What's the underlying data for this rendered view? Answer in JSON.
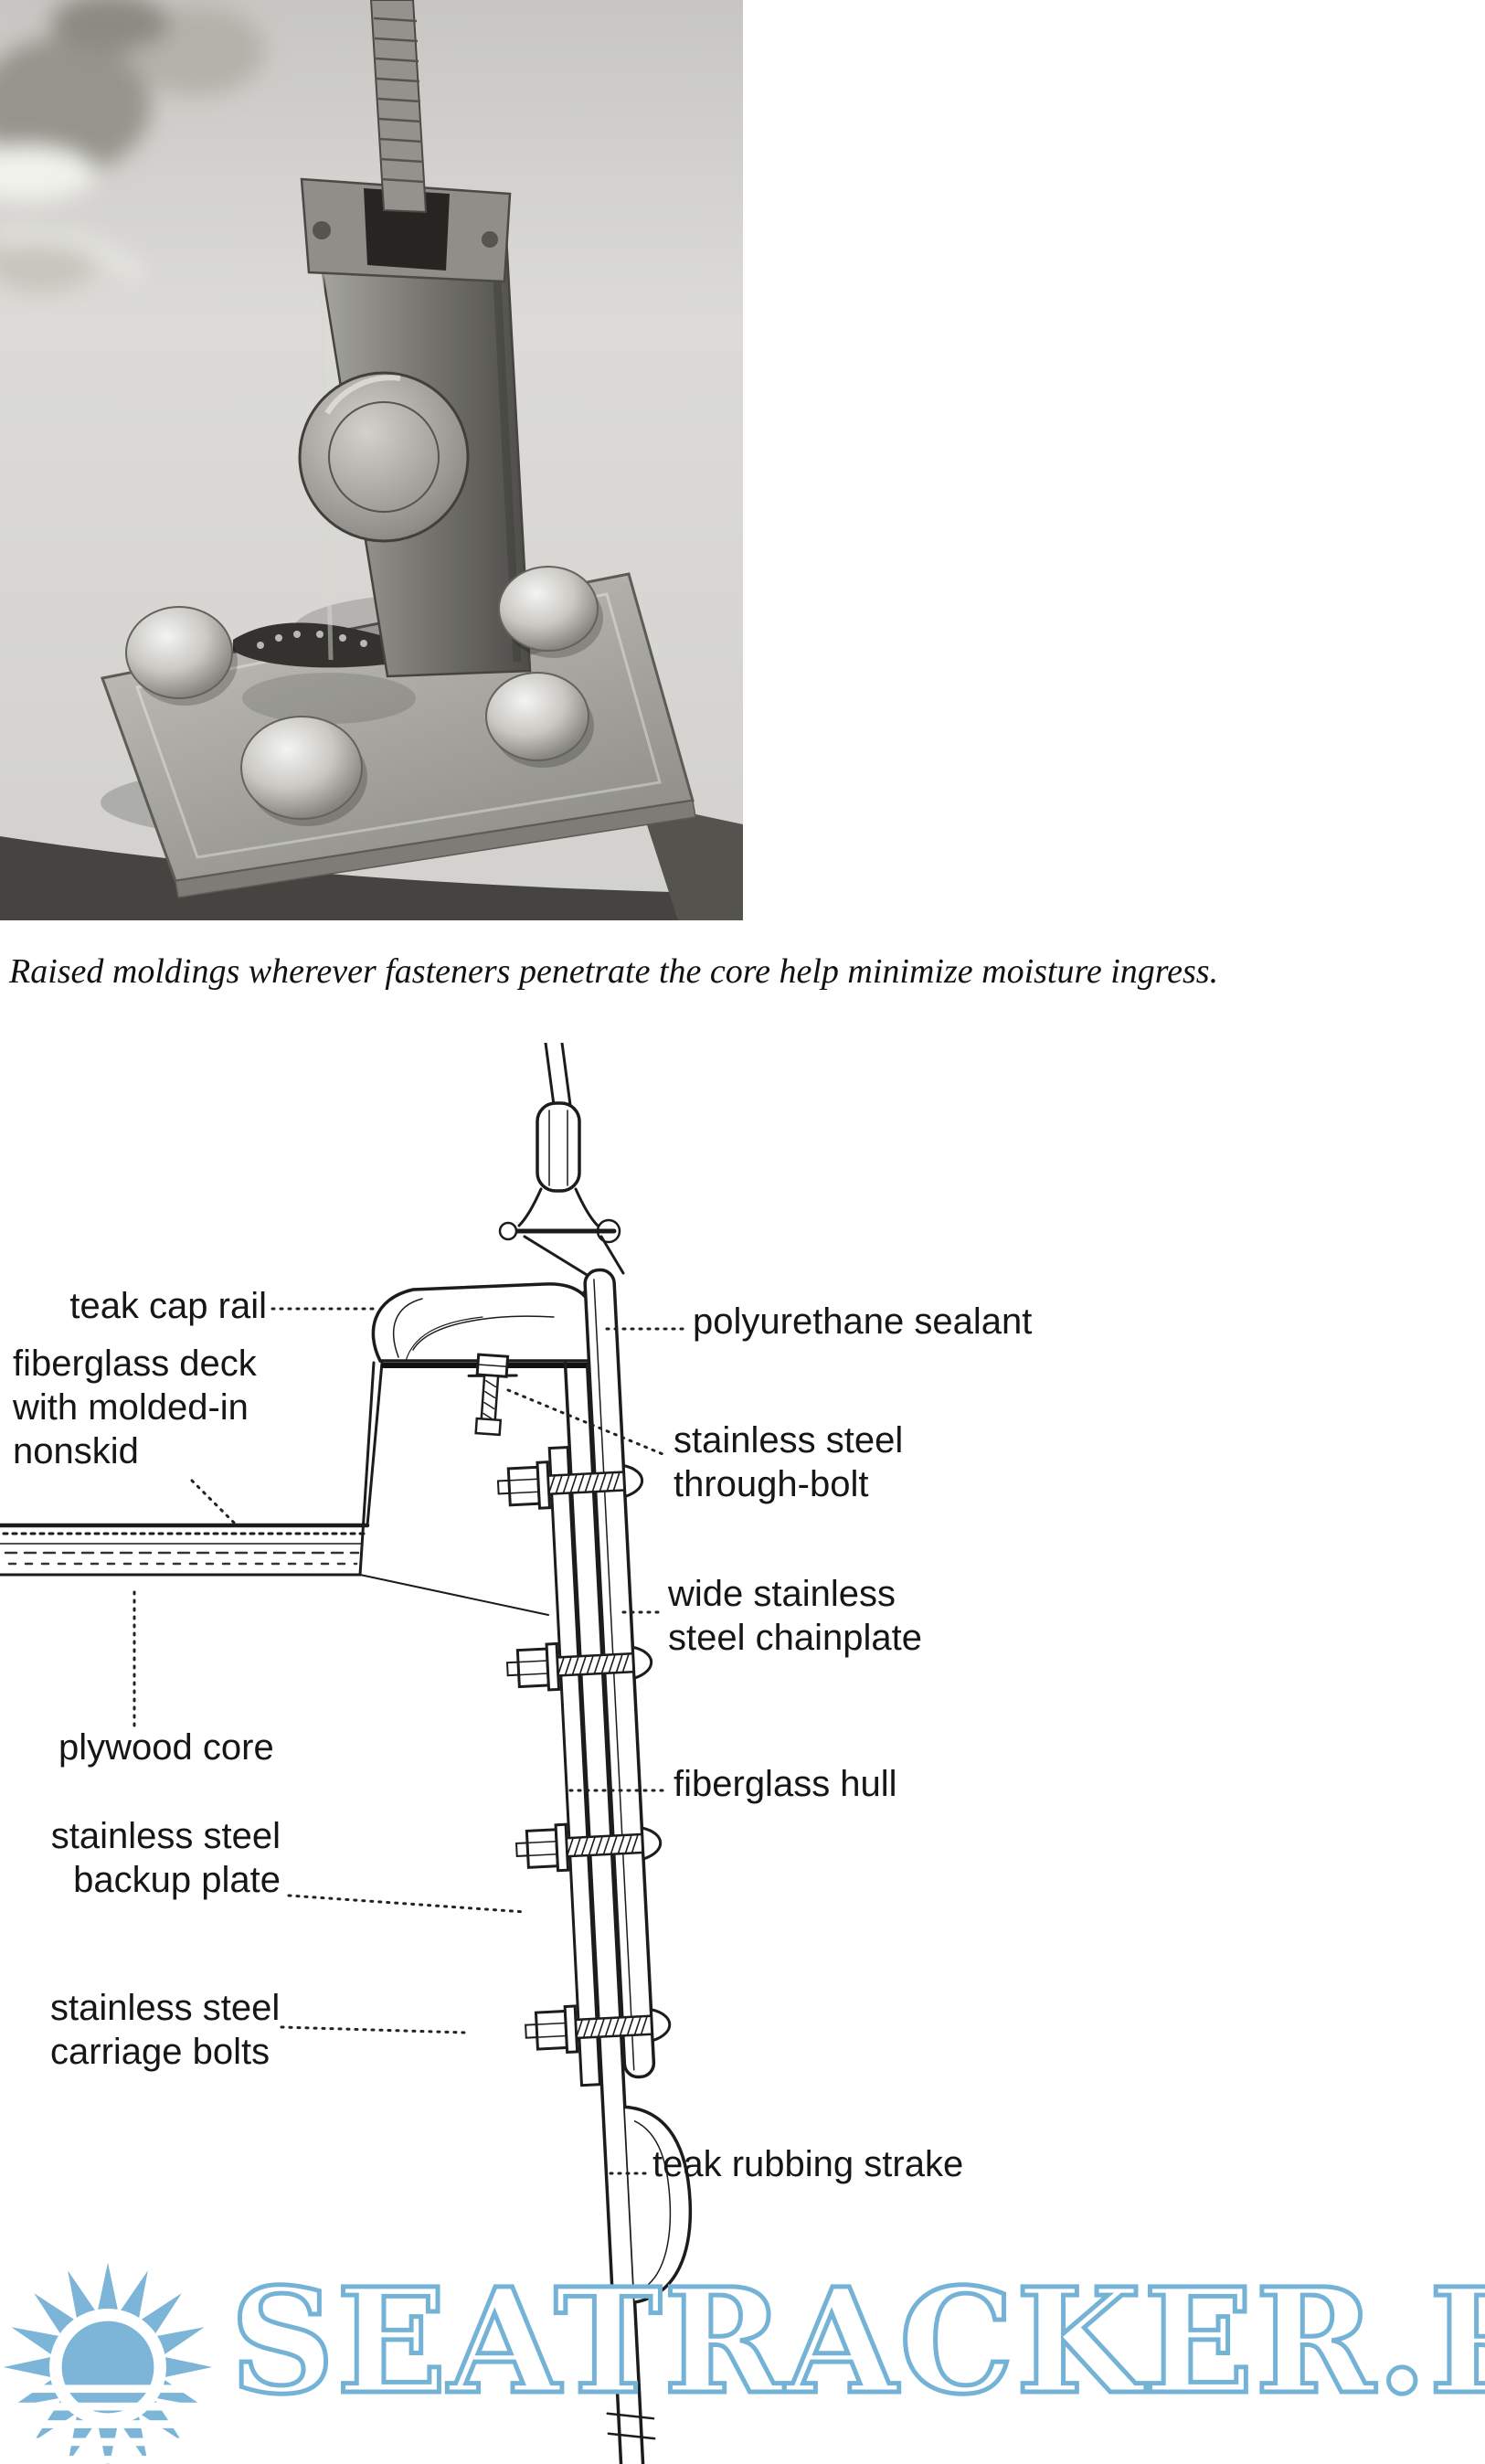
{
  "caption": {
    "text": "Raised moldings wherever fasteners penetrate the core help minimize moisture ingress."
  },
  "diagram": {
    "labels": {
      "teak_cap_rail": "teak cap rail",
      "fiberglass_deck": "fiberglass deck\nwith molded-in\nnonskid",
      "plywood_core": "plywood core",
      "backup_plate": "stainless steel\nbackup plate",
      "carriage_bolts": "stainless steel\ncarriage bolts",
      "polyurethane_sealant": "polyurethane sealant",
      "through_bolt": "stainless steel\nthrough-bolt",
      "chainplate": "wide stainless\nsteel chainplate",
      "fiberglass_hull": "fiberglass hull",
      "rubbing_strake": "teak rubbing strake"
    }
  },
  "watermark": {
    "text": "SEATRACKER.RU"
  },
  "colors": {
    "ink": "#1c1c1c",
    "diagram_line": "#222222",
    "watermark_blue": "#74b2d6"
  }
}
